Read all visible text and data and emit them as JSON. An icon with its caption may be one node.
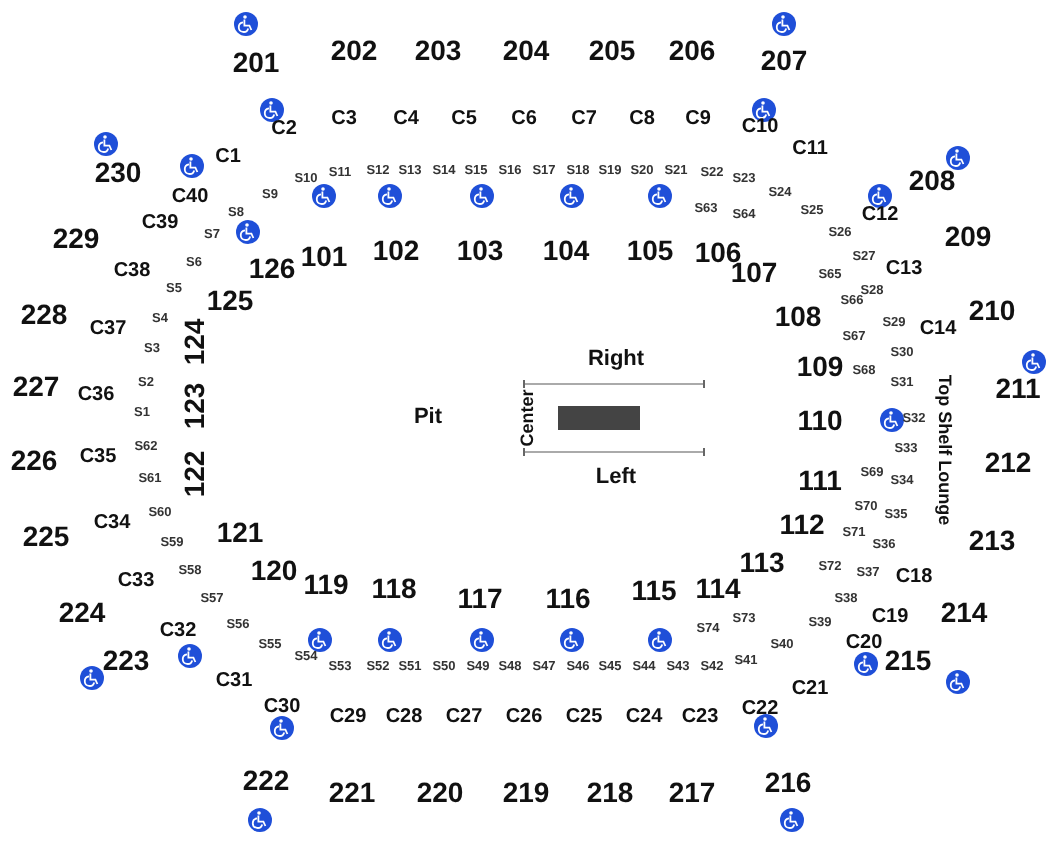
{
  "diagram": {
    "labels": [
      "201",
      "202",
      "203",
      "204",
      "205",
      "206",
      "207",
      "C2",
      "C3",
      "C4",
      "C5",
      "C6",
      "C7",
      "C8",
      "C9",
      "C10",
      "C11",
      "230",
      "C1",
      "208",
      "C40",
      "S10",
      "S11",
      "S12",
      "S13",
      "S14",
      "S15",
      "S16",
      "S17",
      "S18",
      "S19",
      "S20",
      "S21",
      "S22",
      "S23",
      "S24",
      "S25",
      "S9",
      "S8",
      "S63",
      "S64",
      "C12",
      "229",
      "C39",
      "S7",
      "126",
      "101",
      "102",
      "103",
      "104",
      "105",
      "106",
      "S26",
      "209",
      "S6",
      "S27",
      "107",
      "C13",
      "S65",
      "C38",
      "228",
      "C37",
      "S4",
      "S5",
      "125",
      "124",
      "108",
      "S66",
      "S28",
      "S29",
      "C14",
      "210",
      "S67",
      "S3",
      "S30",
      "109",
      "S68",
      "S2",
      "227",
      "C36",
      "S31",
      "211",
      "S1",
      "123",
      "Pit",
      "Center",
      "Right",
      "Left",
      "110",
      "S32",
      "Top Shelf Lounge",
      "C35",
      "226",
      "S62",
      "S33",
      "212",
      "S61",
      "122",
      "111",
      "S69",
      "S34",
      "S60",
      "C34",
      "S70",
      "S35",
      "112",
      "225",
      "121",
      "S59",
      "S71",
      "S36",
      "213",
      "113",
      "S72",
      "S37",
      "C18",
      "S58",
      "C33",
      "120",
      "S57",
      "119",
      "118",
      "114",
      "S38",
      "117",
      "116",
      "115",
      "224",
      "214",
      "S56",
      "C19",
      "S39",
      "C32",
      "S55",
      "S73",
      "S74",
      "223",
      "S54",
      "S40",
      "C20",
      "215",
      "S53",
      "S52",
      "S51",
      "S50",
      "S49",
      "S48",
      "S47",
      "S46",
      "S45",
      "S44",
      "S43",
      "S42",
      "S41",
      "C31",
      "C21",
      "C30",
      "C22",
      "C29",
      "C28",
      "C27",
      "C26",
      "C25",
      "C24",
      "C23",
      "222",
      "216",
      "221",
      "220",
      "219",
      "218",
      "217"
    ]
  }
}
